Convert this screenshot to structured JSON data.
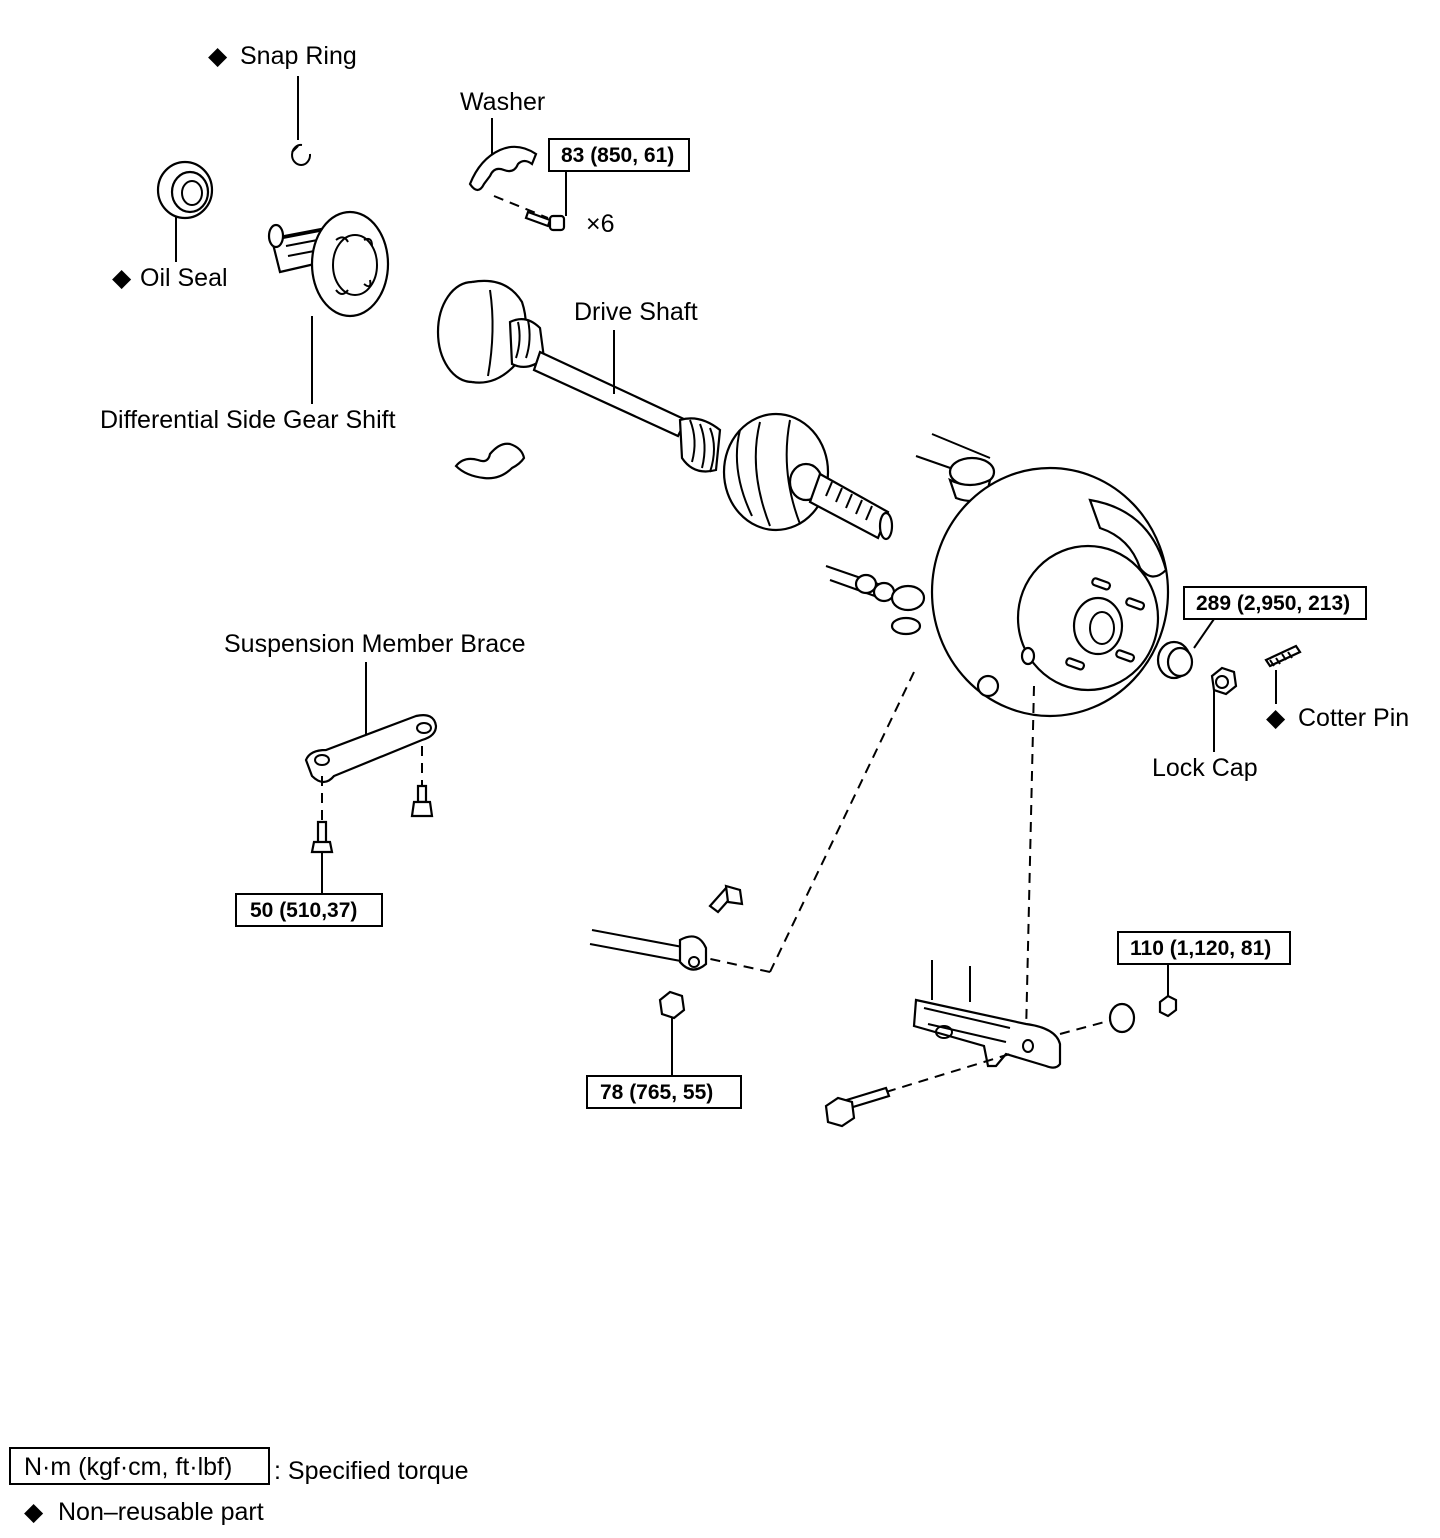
{
  "labels": {
    "snap_ring": "Snap Ring",
    "washer": "Washer",
    "oil_seal": "Oil Seal",
    "times_six": "×6",
    "drive_shaft": "Drive Shaft",
    "differential_side_gear_shift": "Differential Side Gear Shift",
    "suspension_member_brace": "Suspension Member Brace",
    "cotter_pin": "Cotter Pin",
    "lock_cap": "Lock Cap"
  },
  "torques": {
    "washer_bolt": "83 (850, 61)",
    "hub_nut": "289 (2,950, 213)",
    "brace_bolt": "50 (510,37)",
    "lower_arm_nut": "110 (1,120, 81)",
    "link_nut": "78 (765, 55)"
  },
  "legend": {
    "torque_unit": "N·m (kgf·cm, ft·lbf)",
    "torque_desc": ": Specified torque",
    "nonreusable_desc": "Non–reusable part",
    "marker_symbol": "◆"
  }
}
